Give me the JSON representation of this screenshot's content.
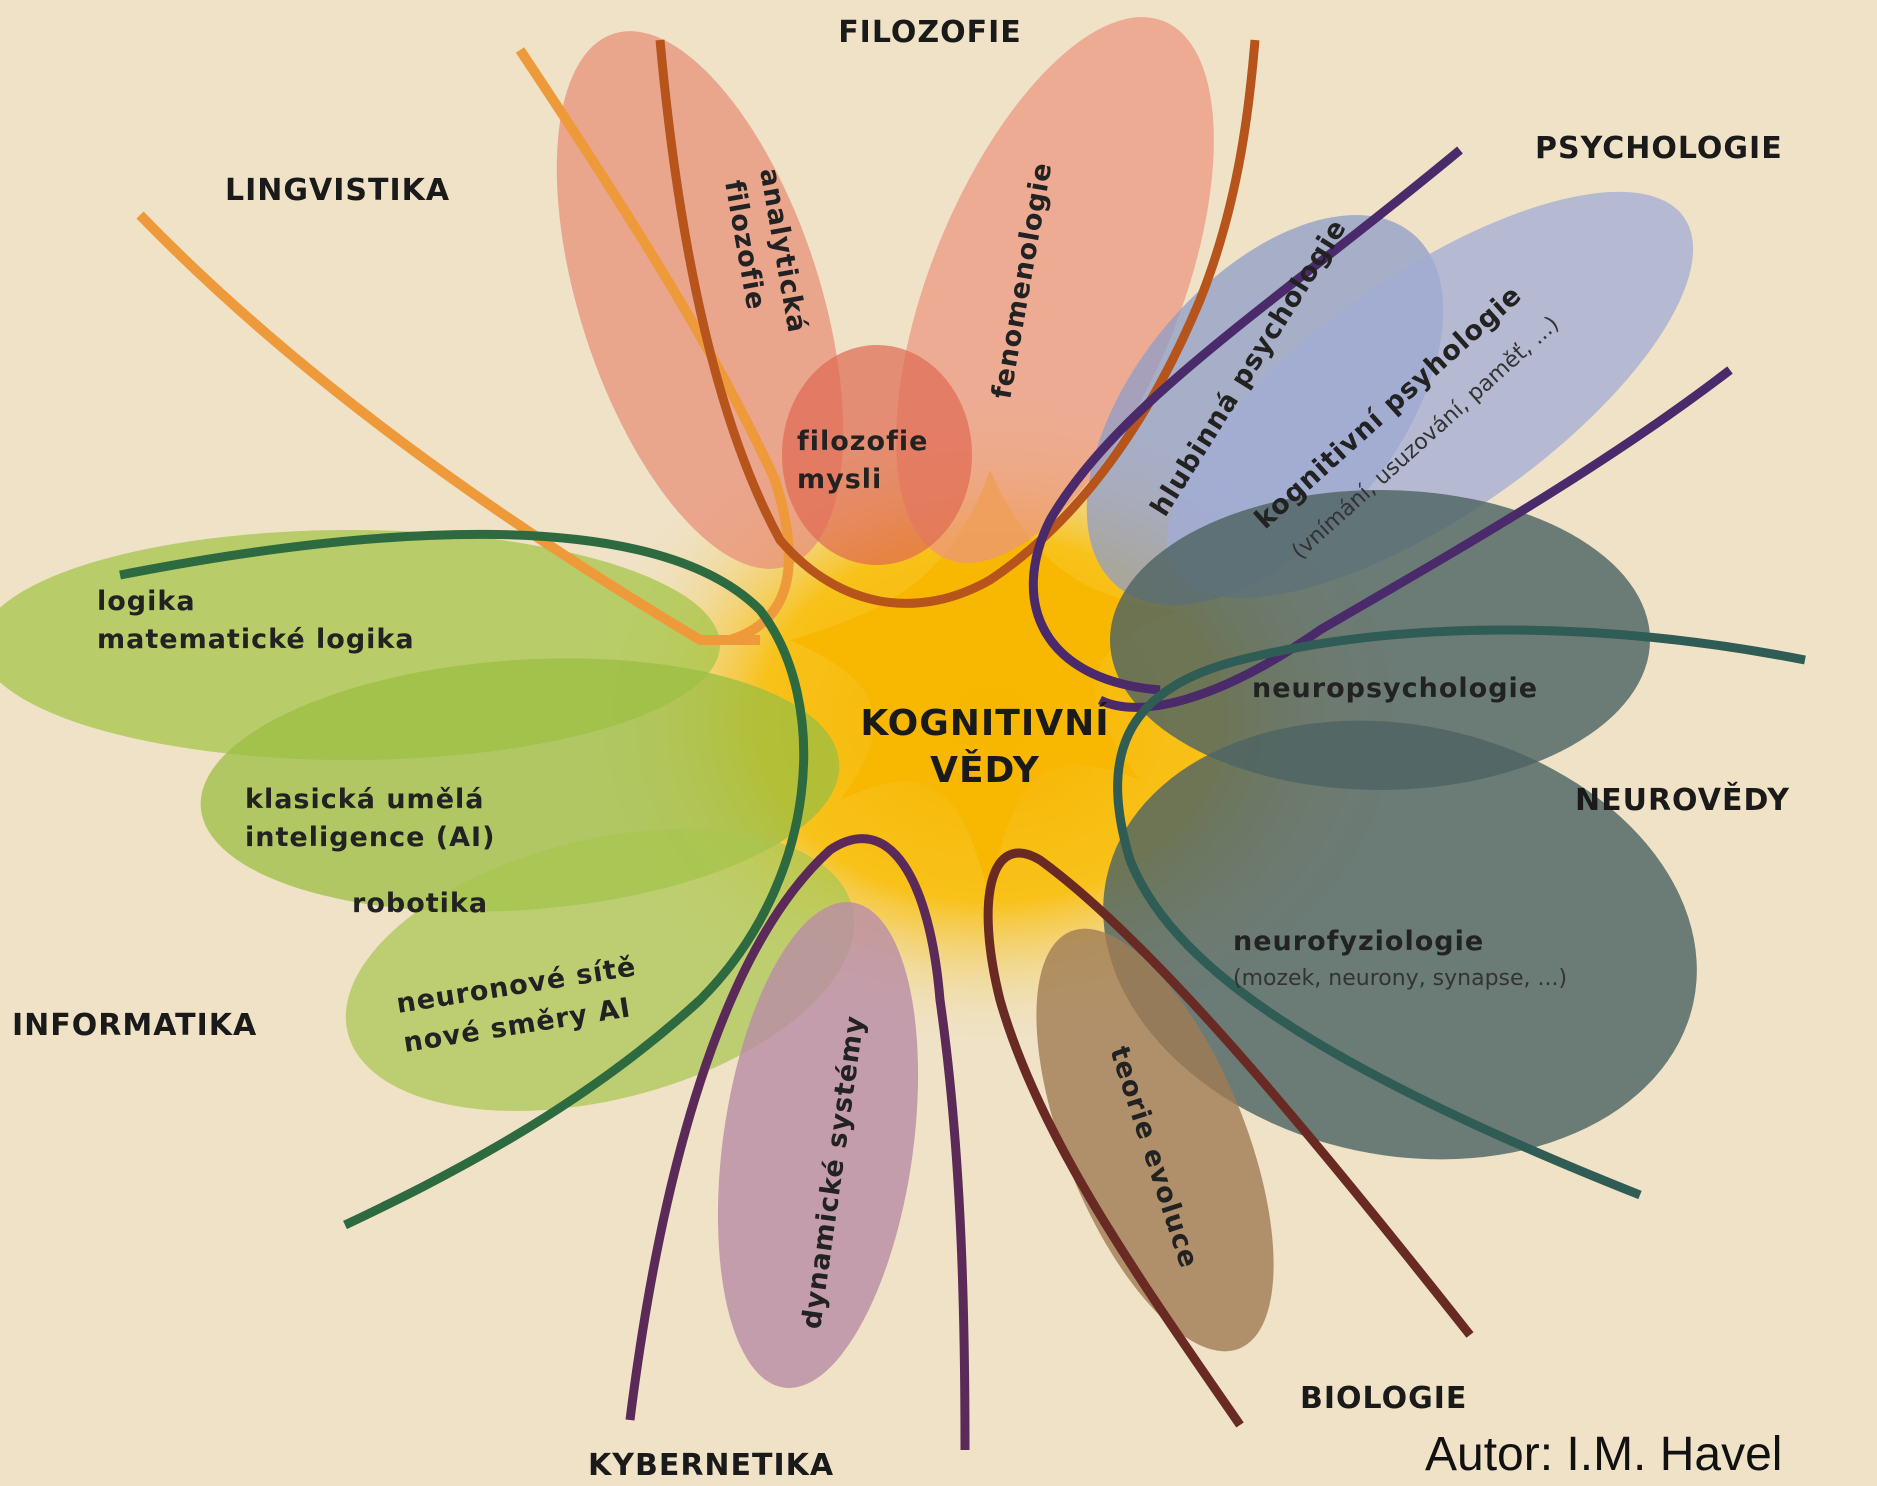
{
  "center": {
    "line1": "KOGNITIVNÍ",
    "line2": "VĚDY"
  },
  "fields": {
    "filozofie": "FILOZOFIE",
    "psychologie": "PSYCHOLOGIE",
    "lingvistika": "LINGVISTIKA",
    "neurovedy": "NEUROVĚDY",
    "informatika": "INFORMATIKA",
    "biologie": "BIOLOGIE",
    "kybernetika": "KYBERNETIKA"
  },
  "subfields": {
    "analyticka_1": "analytická",
    "analyticka_2": "filozofie",
    "fenomenologie": "fenomenologie",
    "filozofie_mysli_1": "filozofie",
    "filozofie_mysli_2": "mysli",
    "hlubinna": "hlubinná psychologie",
    "kognitivni_psych": "kognitivní psyhologie",
    "kognitivni_psych_note": "(vnímání, usuzování, paměť, ...)",
    "logika_1": "logika",
    "logika_2": "matematické logika",
    "neuropsychologie": "neuropsychologie",
    "klasicka_ai_1": "klasická umělá",
    "klasicka_ai_2": "inteligence (AI)",
    "robotika": "robotika",
    "neuronove_1": "neuronové sítě",
    "neuronove_2": "nové směry AI",
    "neurofyziologie": "neurofyziologie",
    "neurofyziologie_note": "(mozek, neurony, synapse, ...)",
    "dynamicke": "dynamické systémy",
    "teorie_evoluce": "teorie evoluce"
  },
  "author": "Autor: I.M. Havel",
  "colors": {
    "background": "#efe2c6",
    "center_glow": "#f6b800",
    "philosophy": "#e8907a",
    "psychology": "#8f9cc8",
    "informatics": "#a6c64a",
    "neuro": "#4e6463",
    "biology": "#a07c52",
    "cybernetics": "#b98ca6"
  }
}
